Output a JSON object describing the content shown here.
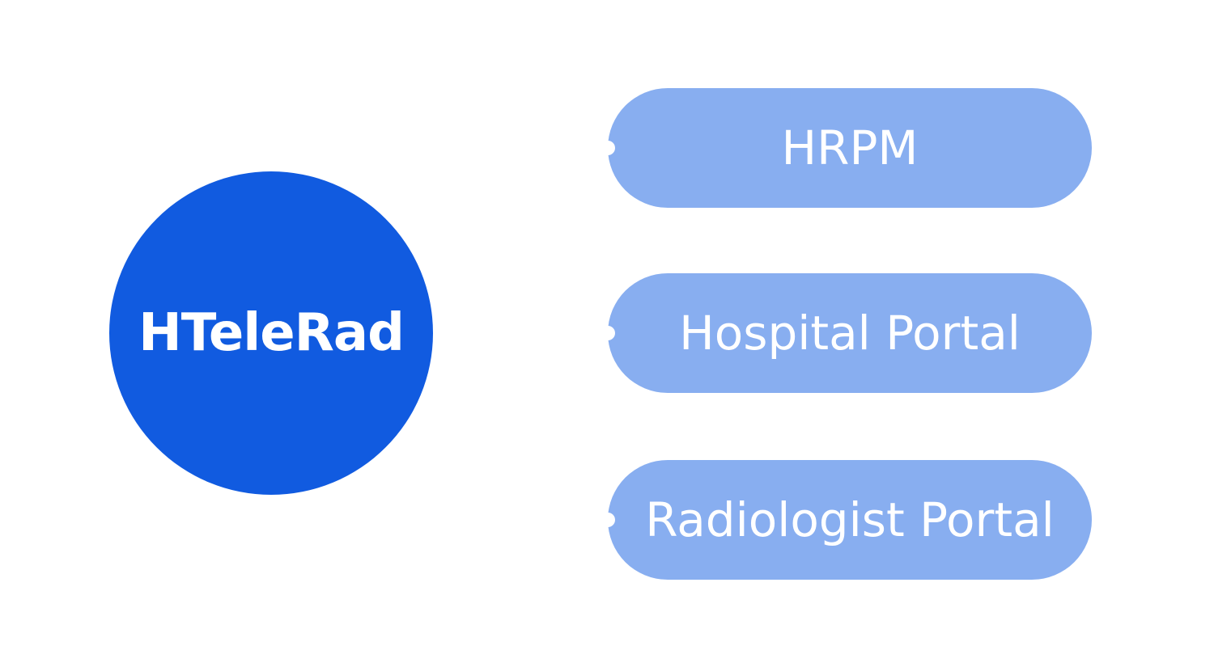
{
  "colors": {
    "hub": "#115BE0",
    "node": "#88AEF0",
    "text": "#FFFFFF"
  },
  "hub": {
    "label": "HTeleRad"
  },
  "nodes": [
    {
      "label": "HRPM"
    },
    {
      "label": "Hospital Portal"
    },
    {
      "label": "Radiologist Portal"
    }
  ]
}
